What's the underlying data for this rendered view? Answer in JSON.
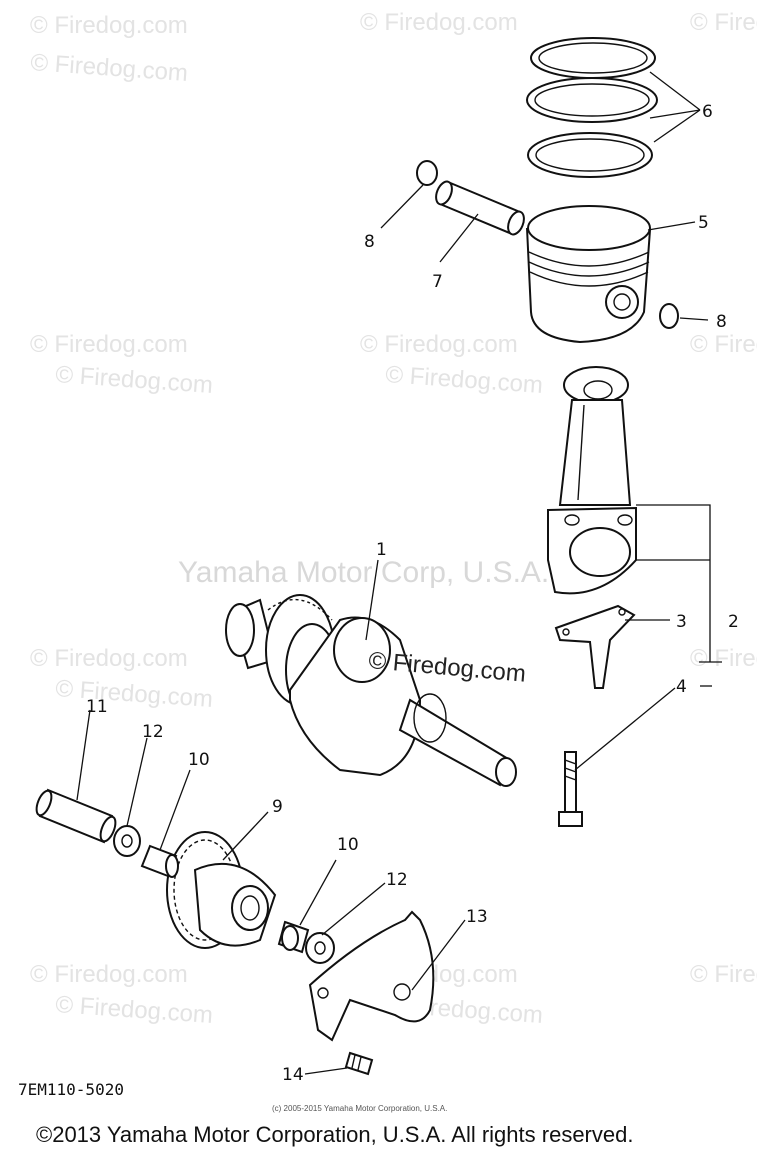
{
  "watermarks": {
    "firedog": "© Firedog.com",
    "yamaha": "Yamaha Motor Corp, U.S.A.",
    "inner": "© Firedog.com"
  },
  "callouts": {
    "c1": "1",
    "c2": "2",
    "c3": "3",
    "c4": "4",
    "c5": "5",
    "c6": "6",
    "c7": "7",
    "c8a": "8",
    "c8b": "8",
    "c9": "9",
    "c10a": "10",
    "c10b": "10",
    "c11": "11",
    "c12a": "12",
    "c12b": "12",
    "c13": "13",
    "c14": "14"
  },
  "diagram_code": "7EM110-5020",
  "credit_line": "(c) 2005-2015 Yamaha Motor Corporation, U.S.A.",
  "copyright": "©2013 Yamaha Motor Corporation, U.S.A. All rights reserved.",
  "colors": {
    "ink": "#111111",
    "watermark": "#e3e3e3",
    "background": "#ffffff"
  }
}
